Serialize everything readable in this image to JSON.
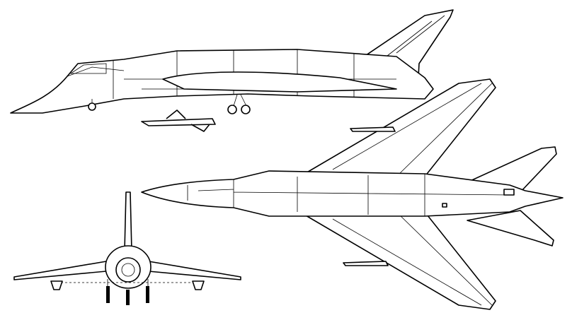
{
  "drawing": {
    "views": [
      "side-view",
      "top-view",
      "front-view"
    ],
    "stroke_color": "#000000",
    "background": "#ffffff"
  }
}
